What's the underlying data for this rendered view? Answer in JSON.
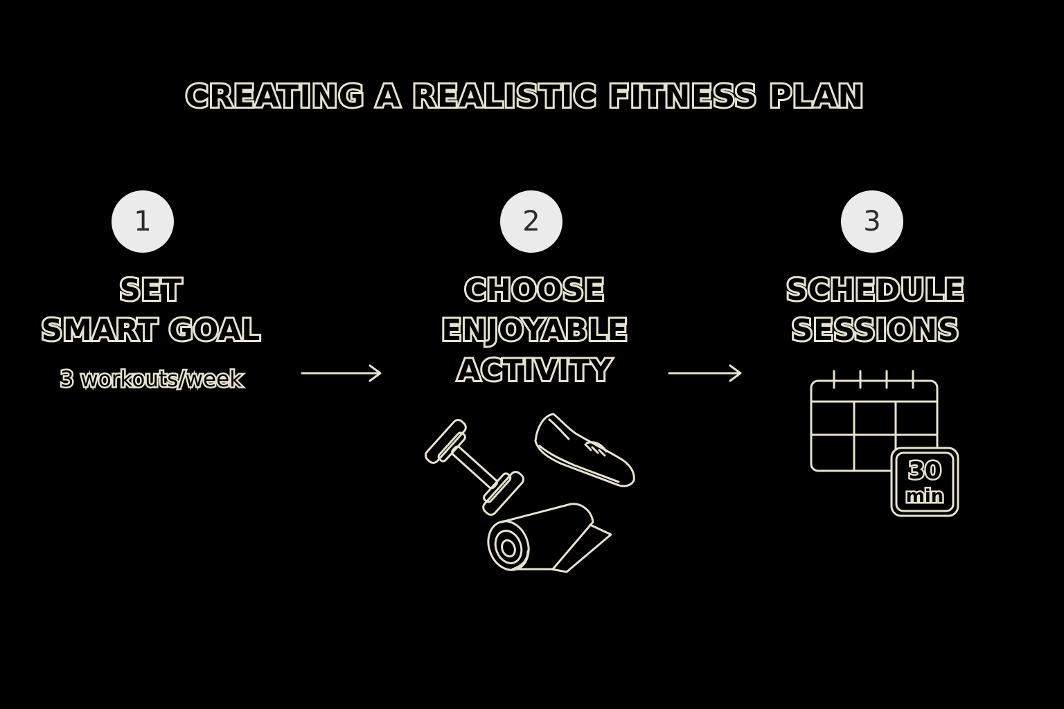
{
  "title": "CREATING A REALISTIC FITNESS PLAN",
  "steps": [
    {
      "number": "1",
      "title_lines": [
        "SET",
        "SMART GOAL"
      ],
      "detail": "3 workouts/week"
    },
    {
      "number": "2",
      "title_lines": [
        "CHOOSE",
        "ENJOYABLE",
        "ACTIVITY"
      ],
      "icons": [
        "dumbbell-icon",
        "sneaker-icon",
        "yoga-mat-icon"
      ]
    },
    {
      "number": "3",
      "title_lines": [
        "SCHEDULE",
        "SESSIONS"
      ],
      "icons": [
        "calendar-icon",
        "timer-icon"
      ],
      "timer_value": "30",
      "timer_unit": "min"
    }
  ],
  "colors": {
    "background": "#000000",
    "outline": "#e8e2d0",
    "badge_fill": "#ebebeb",
    "badge_text": "#2a2a2a"
  }
}
